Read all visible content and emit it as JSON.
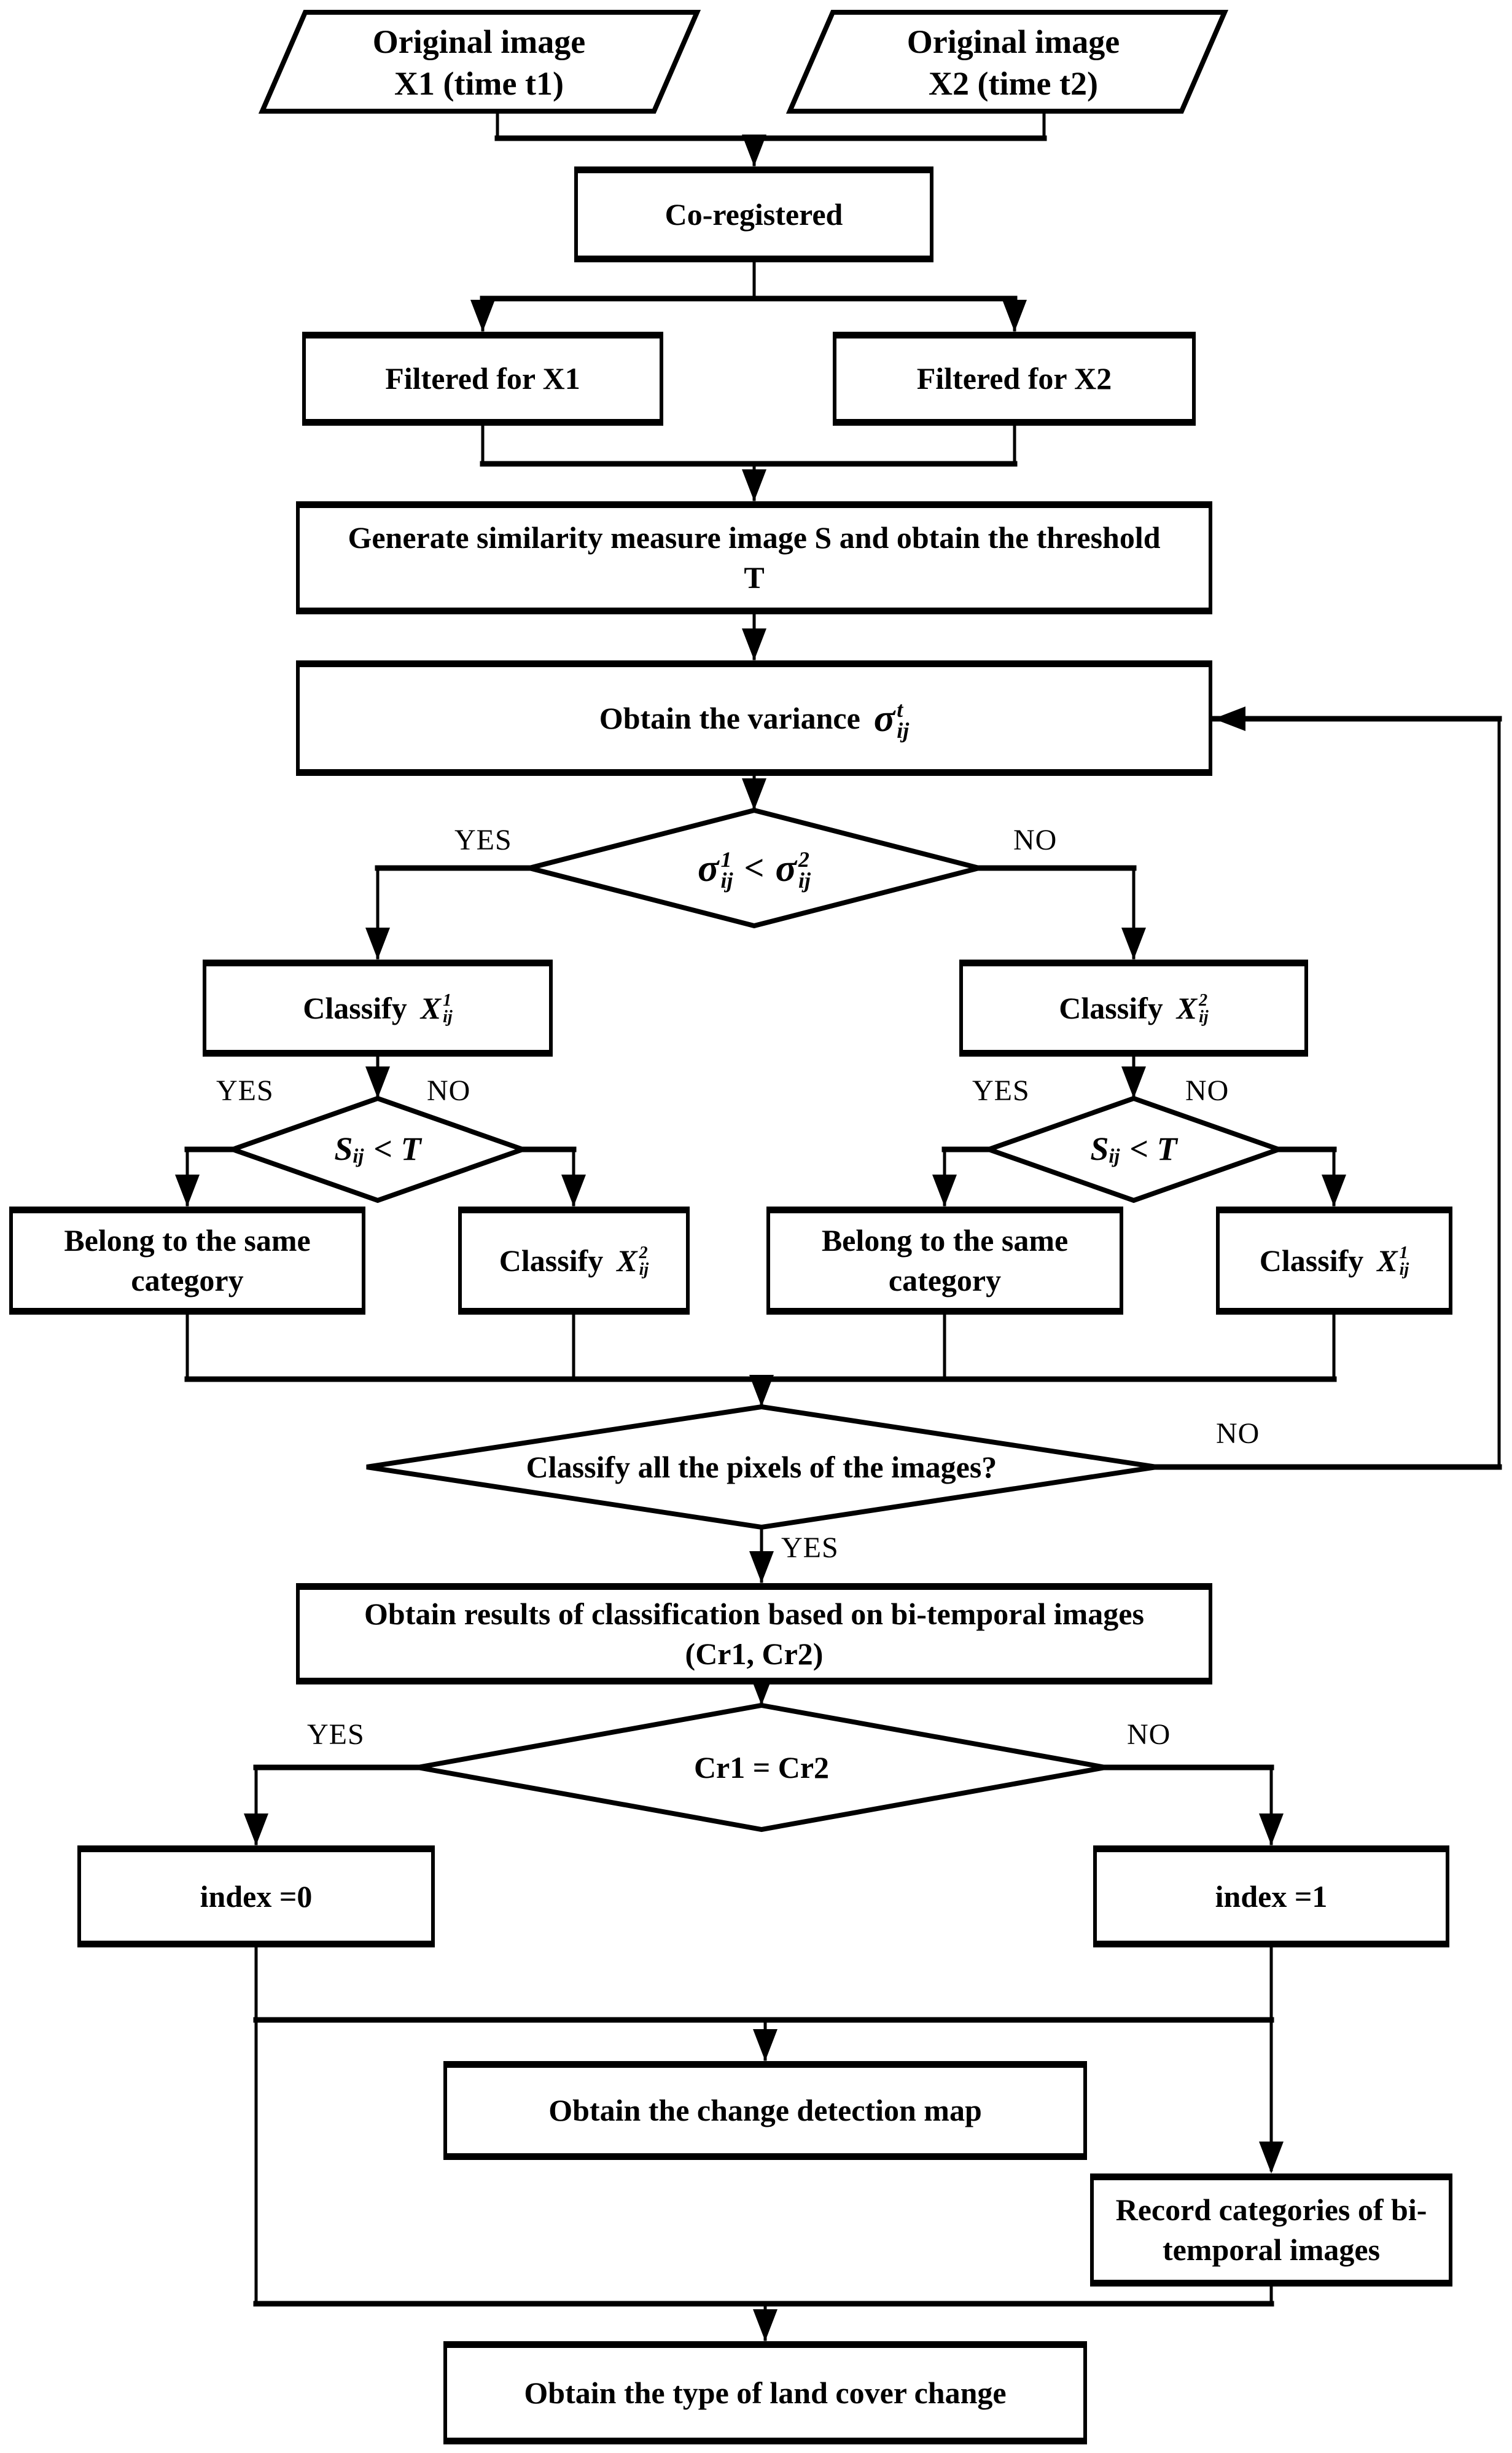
{
  "colors": {
    "background": "#ffffff",
    "line": "#000000"
  },
  "labels": {
    "yes": "YES",
    "no": "NO"
  },
  "nodes": {
    "original_image_x1": {
      "line1": "Original image",
      "line2": "X1 (time t1)"
    },
    "original_image_x2": {
      "line1": "Original image",
      "line2": "X2 (time t2)"
    },
    "co_registered": {
      "label": "Co-registered"
    },
    "filtered_x1": {
      "label": "Filtered for X1"
    },
    "filtered_x2": {
      "label": "Filtered for X2"
    },
    "generate_similarity": {
      "label": "Generate similarity measure image S and obtain the threshold T"
    },
    "obtain_variance": {
      "label": "Obtain the variance",
      "formula": {
        "base": "σ",
        "sup": "t",
        "sub": "ij"
      }
    },
    "variance_decision": {
      "left": {
        "base": "σ",
        "sup": "1",
        "sub": "ij"
      },
      "op": "<",
      "right": {
        "base": "σ",
        "sup": "2",
        "sub": "ij"
      }
    },
    "classify_x1": {
      "label": "Classify",
      "formula": {
        "base": "X",
        "sup": "1",
        "sub": "ij"
      }
    },
    "classify_x2": {
      "label": "Classify",
      "formula": {
        "base": "X",
        "sup": "2",
        "sub": "ij"
      }
    },
    "sij_decision_left": {
      "base": "S",
      "sub": "ij",
      "rest": "< T"
    },
    "sij_decision_right": {
      "base": "S",
      "sub": "ij",
      "rest": "< T"
    },
    "belong_same_left": {
      "label": "Belong to the same category"
    },
    "classify_x2_small": {
      "label": "Classify",
      "formula": {
        "base": "X",
        "sup": "2",
        "sub": "ij"
      }
    },
    "belong_same_right": {
      "label": "Belong to the same category"
    },
    "classify_x1_small": {
      "label": "Classify",
      "formula": {
        "base": "X",
        "sup": "1",
        "sub": "ij"
      }
    },
    "classify_all_decision": {
      "label": "Classify all the pixels of the images?"
    },
    "obtain_results": {
      "label": "Obtain results of classification based on bi-temporal images (Cr1, Cr2)"
    },
    "cr_decision": {
      "label": "Cr1 = Cr2"
    },
    "index_0": {
      "label": "index =0"
    },
    "index_1": {
      "label": "index =1"
    },
    "change_detection_map": {
      "label": "Obtain the change detection map"
    },
    "record_categories": {
      "label": "Record categories of bi-temporal images"
    },
    "land_cover_change": {
      "label": "Obtain the type of land cover change"
    }
  }
}
